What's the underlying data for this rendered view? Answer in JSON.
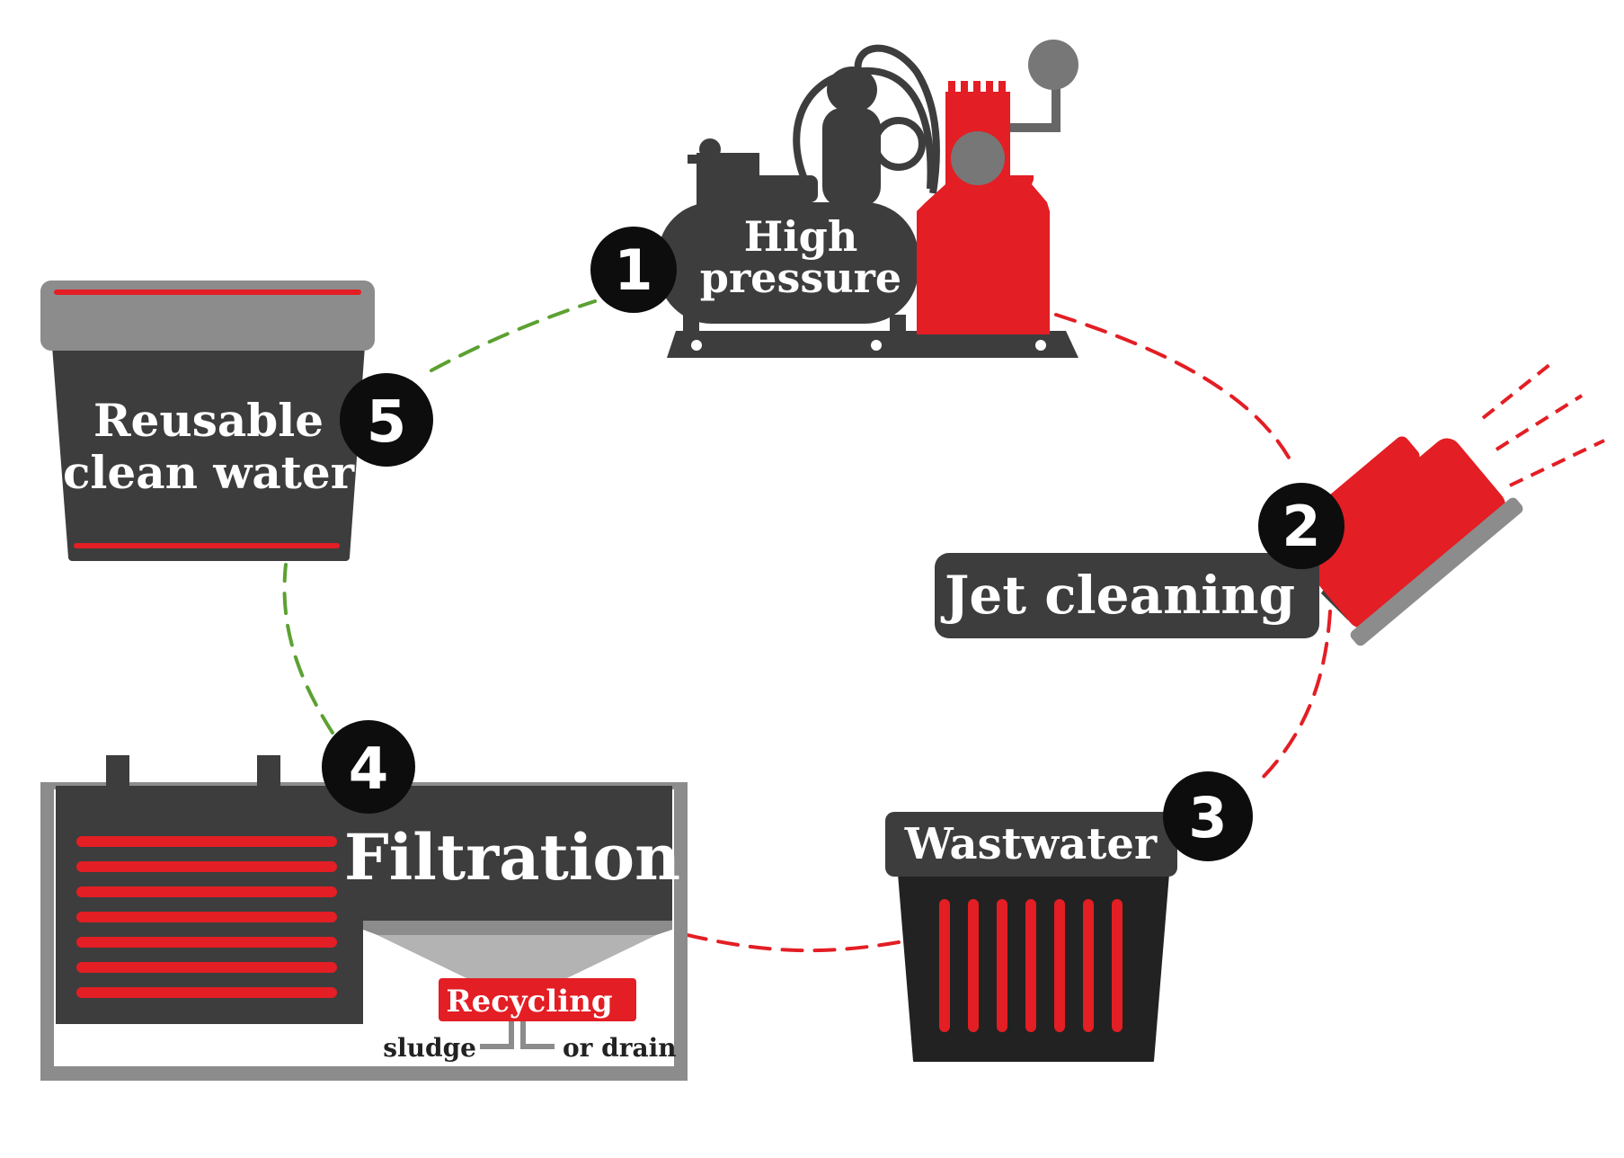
{
  "colors": {
    "red": "#e31e24",
    "dark": "#3d3d3d",
    "black": "#0d0d0d",
    "grey": "#8c8c8c",
    "light_grey": "#b3b3b3",
    "green_dash": "#5ca132",
    "red_dash": "#e31e24"
  },
  "steps": [
    {
      "number": "1",
      "line1": "High",
      "line2": "pressure",
      "icon": "compressor-pump-icon"
    },
    {
      "number": "2",
      "label": "Jet cleaning",
      "icon": "spray-nozzle-icon"
    },
    {
      "number": "3",
      "label": "Wastwater",
      "icon": "waste-bin-icon"
    },
    {
      "number": "4",
      "label": "Filtration",
      "icon": "filter-tank-icon"
    },
    {
      "number": "5",
      "line1": "Reusable",
      "line2": "clean water",
      "icon": "water-tub-icon"
    }
  ],
  "filtration_outputs": {
    "recycling": "Recycling",
    "sludge": "sludge",
    "drain": "or drain"
  }
}
